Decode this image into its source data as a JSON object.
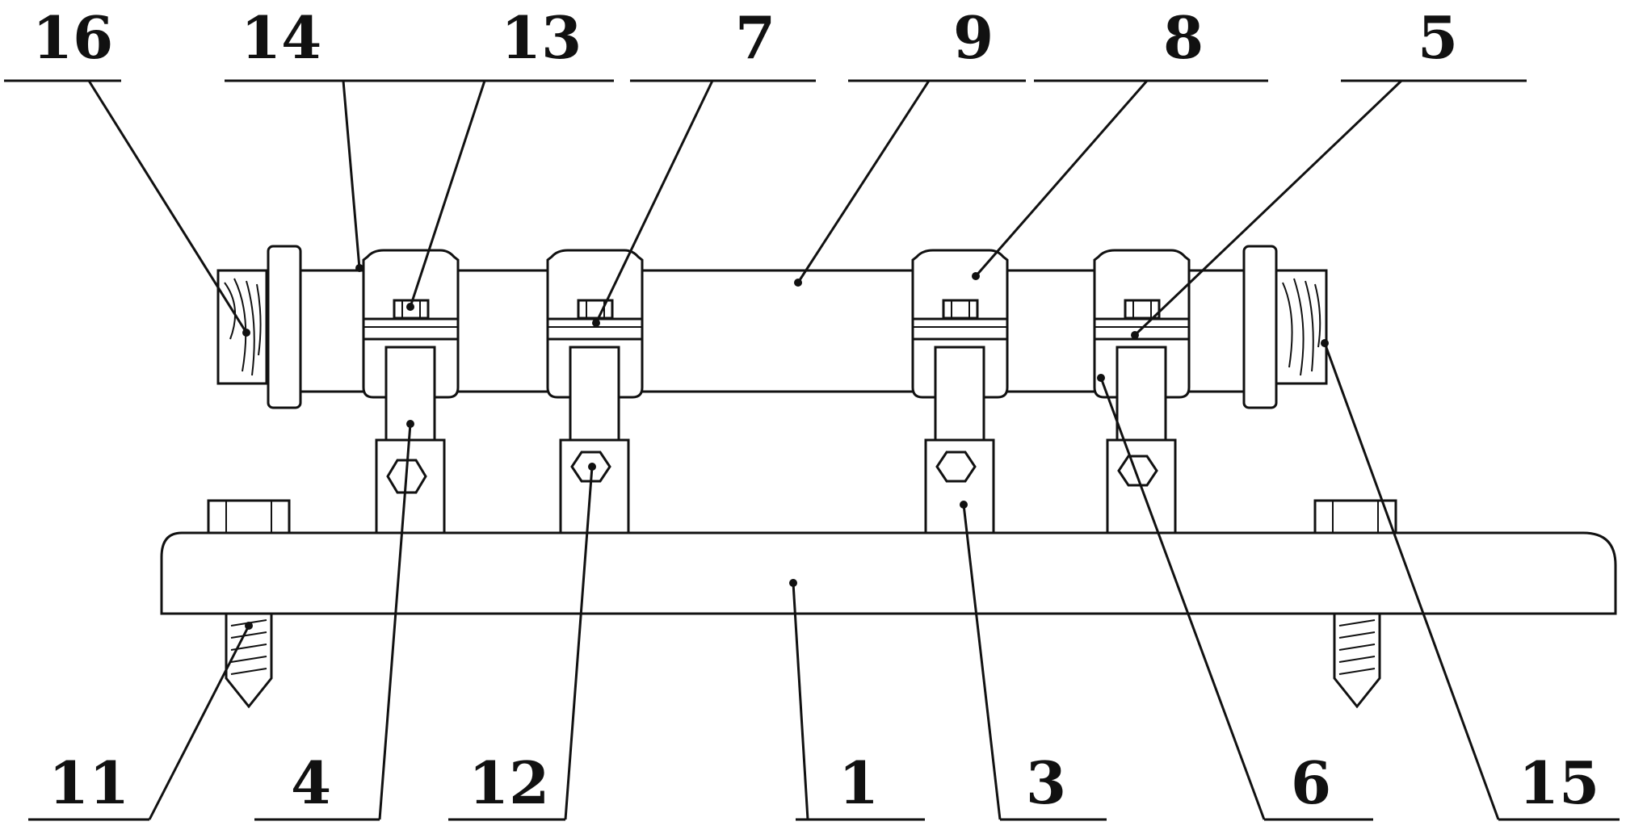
{
  "labels": {
    "l16": "16",
    "l14": "14",
    "l13": "13",
    "l7": "7",
    "l9": "9",
    "l8": "8",
    "l5": "5",
    "l11": "11",
    "l4": "4",
    "l12": "12",
    "l1": "1",
    "l3": "3",
    "l6": "6",
    "l15": "15"
  },
  "colors": {
    "ink": "#111111",
    "paper": "#ffffff"
  }
}
